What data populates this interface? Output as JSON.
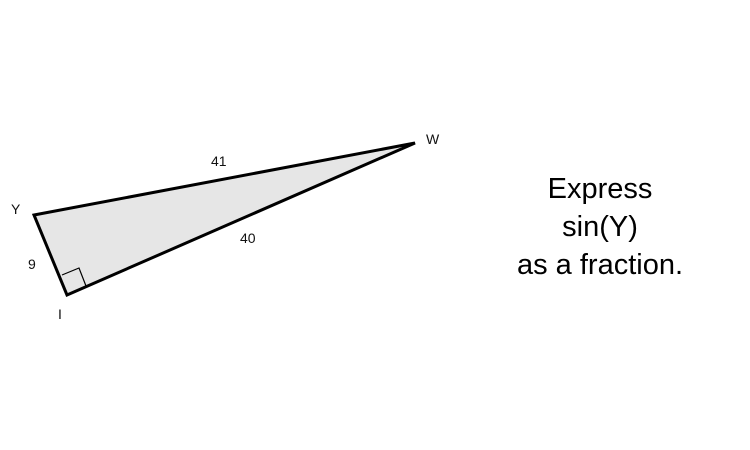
{
  "triangle": {
    "vertices": {
      "Y": "Y",
      "W": "W",
      "I": "I"
    },
    "sides": {
      "YW": "41",
      "IW": "40",
      "YI": "9"
    },
    "right_angle_at": "I",
    "fill_color": "#e6e6e6",
    "stroke_color": "#000000"
  },
  "prompt": {
    "line1": "Express",
    "line2": "sin(Y)",
    "line3": "as a fraction."
  }
}
